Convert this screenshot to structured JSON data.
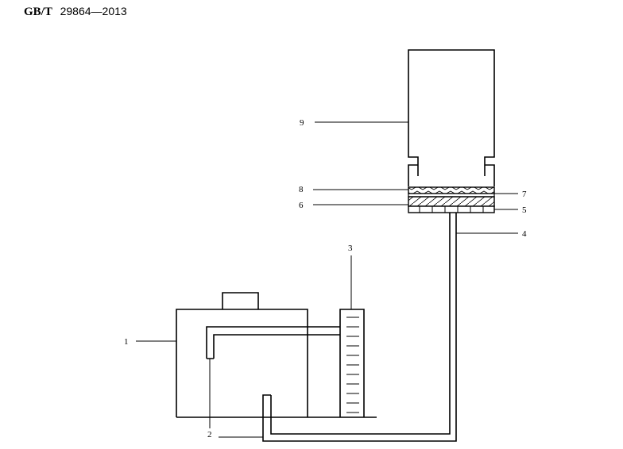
{
  "header": {
    "prefix": "GB/T",
    "number": "29864—2013"
  },
  "callouts": {
    "c1": "1",
    "c2": "2",
    "c3": "3",
    "c4": "4",
    "c5": "5",
    "c6": "6",
    "c7": "7",
    "c8": "8",
    "c9": "9"
  }
}
